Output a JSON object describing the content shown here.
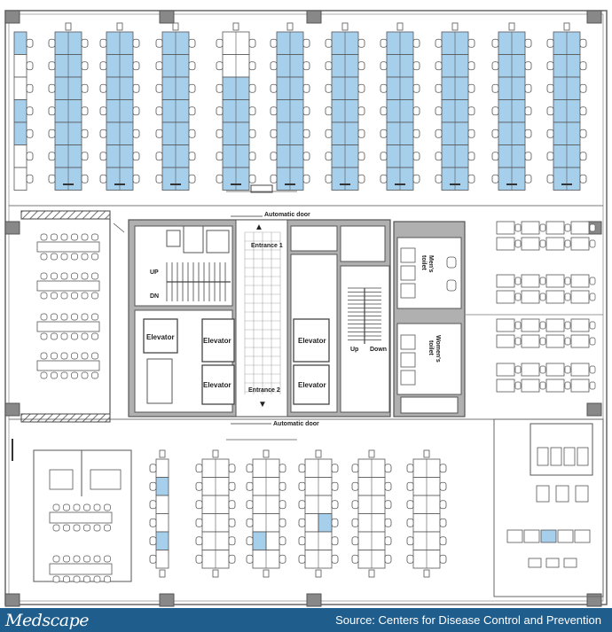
{
  "labels": {
    "automatic_door_top": "Automatic door",
    "automatic_door_bottom": "Automatic door",
    "entrance_1": "Entrance 1",
    "entrance_2": "Entrance 2",
    "up_left": "UP",
    "dn_left": "DN",
    "up_right": "Up",
    "down_right": "Down",
    "elevator_1": "Elevator",
    "elevator_2": "Elevator",
    "elevator_3": "Elevator",
    "elevator_4": "Elevator",
    "elevator_5": "Elevator",
    "mens_toilet_1": "Men's",
    "mens_toilet_2": "toilet",
    "womens_toilet_1": "Women's",
    "womens_toilet_2": "toilet"
  },
  "footer": {
    "brand": "Medscape",
    "source": "Source: Centers for Disease Control and Prevention"
  },
  "colors": {
    "highlight_seat": "#a6cfec",
    "wall": "#555555",
    "column": "#777777",
    "footer_bg": "#1f5d8c"
  },
  "icons": {
    "arrow_up": "▲",
    "arrow_down": "▼"
  },
  "highlights": {
    "top_columns": [
      [
        0,
        3,
        4
      ],
      [
        0,
        1,
        2,
        3,
        4,
        5,
        6
      ],
      [
        0,
        1,
        2,
        3,
        4,
        5,
        6
      ],
      [
        0,
        1,
        2,
        3,
        4,
        5,
        6
      ],
      [
        2,
        3,
        4,
        5,
        6
      ],
      [
        0,
        1,
        2,
        3,
        4,
        5,
        6
      ],
      [
        0,
        1,
        2,
        3,
        4,
        5,
        6
      ],
      [
        0,
        1,
        2,
        3,
        4,
        5,
        6
      ],
      [
        0,
        1,
        2,
        3,
        4,
        5,
        6
      ],
      [
        0,
        1,
        2,
        3,
        4,
        5,
        6
      ],
      [
        0,
        1,
        2,
        3,
        4,
        5,
        6
      ]
    ],
    "bottom_columns": [
      [
        1,
        4
      ],
      [
        4
      ],
      [
        3
      ]
    ]
  }
}
